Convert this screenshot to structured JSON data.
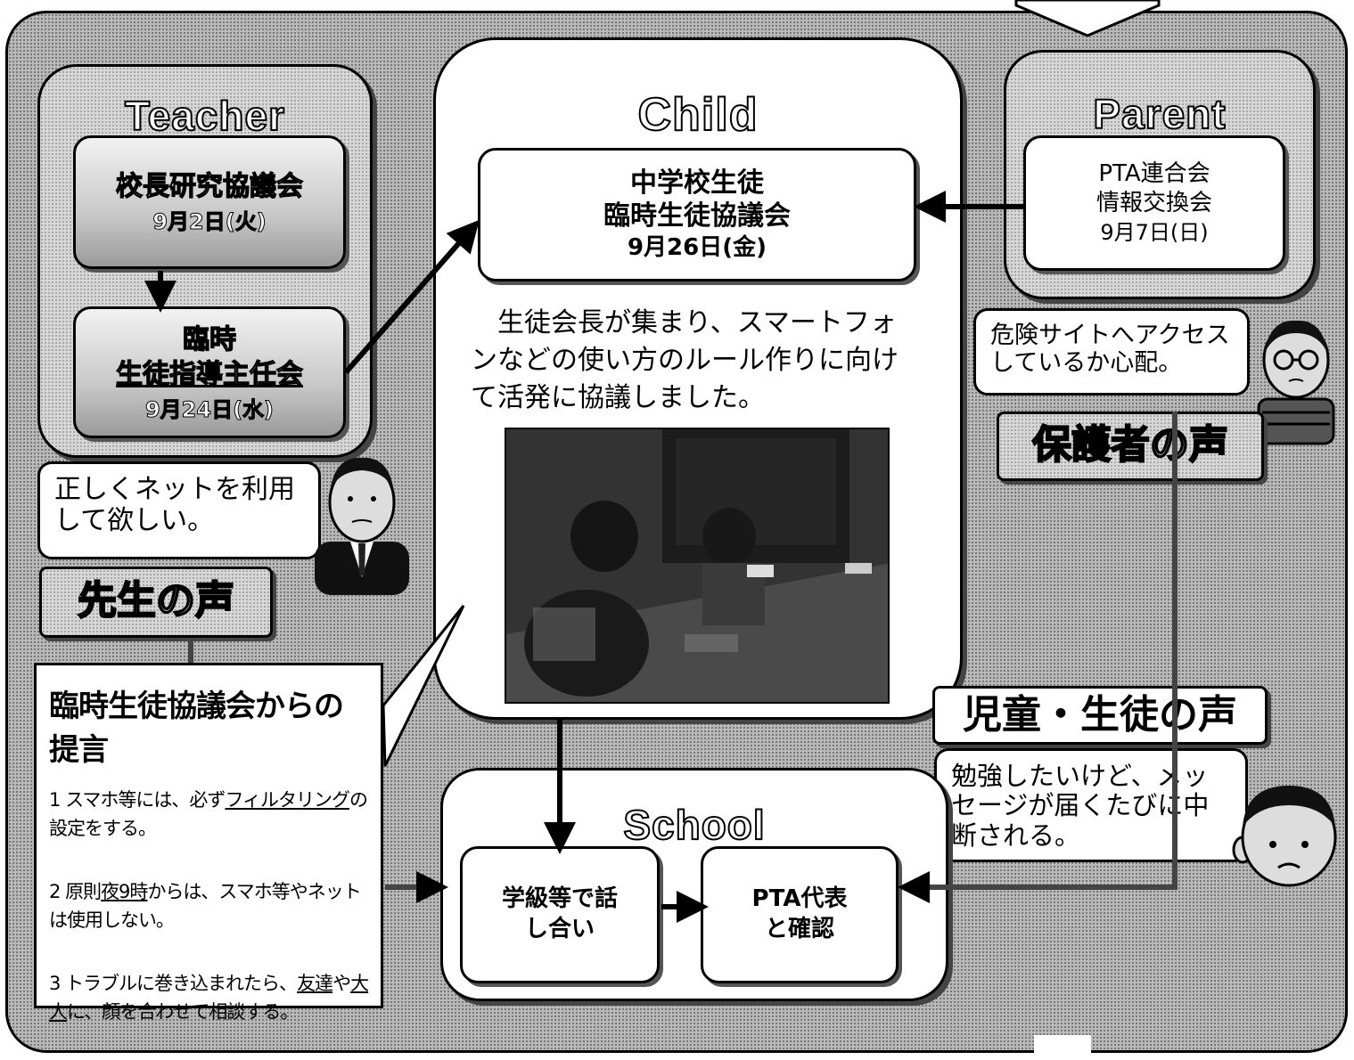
{
  "sections": {
    "teacher": "Teacher",
    "child": "Child",
    "parent": "Parent",
    "school": "School"
  },
  "teacher": {
    "box1_title": "校長研究協議会",
    "box1_date": "9月2日(火)",
    "box2_line1": "臨時",
    "box2_line2": "生徒指導主任会",
    "box2_date": "9月24日(水)",
    "voice_text": "正しくネットを利用して欲しい。",
    "voice_label": "先生の声"
  },
  "child": {
    "box_line1": "中学校生徒",
    "box_line2": "臨時生徒協議会",
    "box_date": "9月26日(金)",
    "description": "生徒会長が集まり、スマートフォンなどの使い方のルール作りに向けて活発に協議しました。",
    "voice_label": "児童・生徒の声",
    "voice_text": "勉強したいけど、メッセージが届くたびに中断される。"
  },
  "parent": {
    "box_line1": "PTA連合会",
    "box_line2": "情報交換会",
    "box_date": "9月7日(日)",
    "voice_text": "危険サイトへアクセスしているか心配。",
    "voice_label": "保護者の声"
  },
  "proposal": {
    "title": "臨時生徒協議会からの提言",
    "items": [
      {
        "num": "1",
        "pre": "スマホ等には、必ず",
        "u1": "フィルタリング",
        "post": "の設定をする。"
      },
      {
        "num": "2",
        "pre": "原則",
        "u1": "夜9時",
        "post": "からは、スマホ等やネットは使用しない。"
      },
      {
        "num": "3",
        "pre": "トラブルに巻き込まれたら、",
        "u1": "友達",
        "mid": "や",
        "u2": "大人",
        "post": "に、顔を合わせて相談する。"
      }
    ]
  },
  "school": {
    "box1": "学級等で話し合い",
    "box2": "PTA代表と確認"
  }
}
